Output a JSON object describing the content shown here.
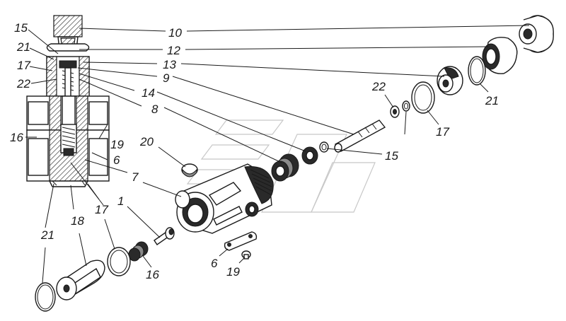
{
  "callouts": {
    "n10": "10",
    "n12": "12",
    "n13": "13",
    "n9": "9",
    "n14": "14",
    "n8": "8",
    "n15_left": "15",
    "n21_left": "21",
    "n17_left": "17",
    "n22_left": "22",
    "n16_left": "16",
    "n19_left": "19",
    "n20": "20",
    "n6_left": "6",
    "n7": "7",
    "n1": "1",
    "n17_bottom": "17",
    "n18": "18",
    "n21_bottom": "21",
    "n22_right": "22",
    "n15_right": "15",
    "n21_right": "21",
    "n17_right": "17",
    "n16_bottom": "16",
    "n6_bottom": "6",
    "n19_bottom": "19"
  }
}
